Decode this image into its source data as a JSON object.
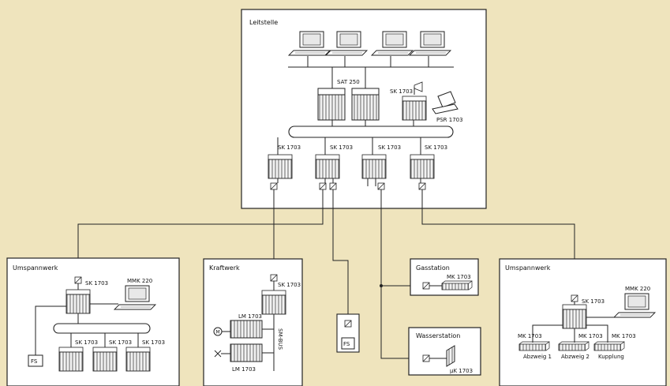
{
  "boxes": {
    "leitstelle": "Leitstelle",
    "umspannwerk_left": "Umspannwerk",
    "kraftwerk": "Kraftwerk",
    "gasstation": "Gasstation",
    "wasserstation": "Wasserstation",
    "umspannwerk_right": "Umspannwerk"
  },
  "labels": {
    "sat250": "SAT 250",
    "sk1703": "SK 1703",
    "psr1703": "PSR 1703",
    "mmk220": "MMK 220",
    "lm1703": "LM 1703",
    "mk1703": "MK 1703",
    "uk1703": "µK 1703",
    "sm_bus": "SM-BUS",
    "fs": "FS",
    "m": "M",
    "abzweig1": "Abzweig 1",
    "abzweig2": "Abzweig 2",
    "kupplung": "Kupplung"
  }
}
